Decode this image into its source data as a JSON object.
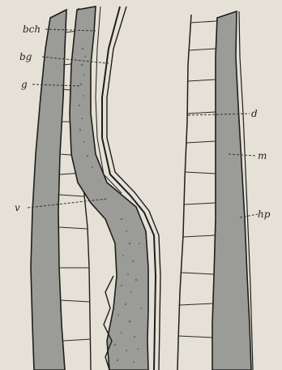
{
  "figure": {
    "labels": {
      "bch": "bch",
      "bg": "bg",
      "g": "g",
      "v": "v",
      "d": "d",
      "m": "m",
      "hp": "hp"
    },
    "colors": {
      "paper": "#e6e1d6",
      "tissue": "#9b9b98",
      "ink": "#1e1e1e",
      "stipple": "#6a6a66"
    }
  }
}
